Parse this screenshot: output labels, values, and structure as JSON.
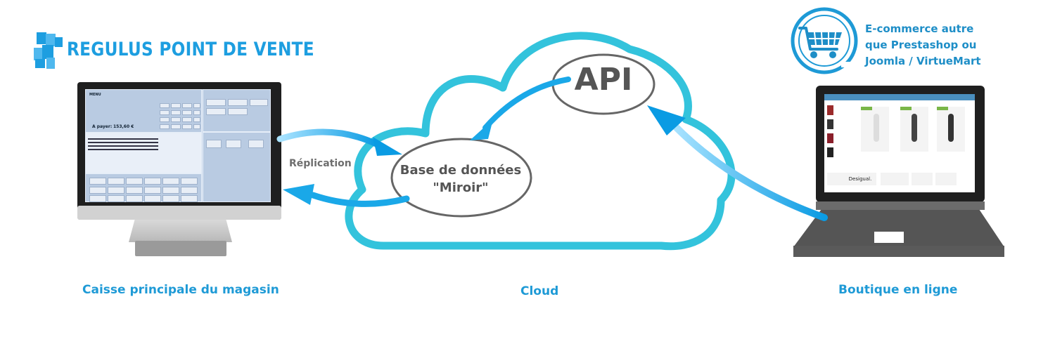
{
  "logo": {
    "text": "REGULUS POINT DE VENTE"
  },
  "ecommerce": {
    "lines": [
      "E-commerce autre",
      "que Prestashop ou",
      "Joomla / VirtueMart"
    ]
  },
  "cloud": {
    "api_label": "API",
    "db_line1": "Base de données",
    "db_line2": "\"Miroir\""
  },
  "replication_label": "Réplication",
  "captions": {
    "left": "Caisse principale du magasin",
    "center": "Cloud",
    "right": "Boutique en ligne"
  },
  "pos": {
    "title": "MENU",
    "pay_label": "A payer:",
    "pay_value": "153,60 €"
  },
  "shop": {
    "brand": "Desigual."
  },
  "colors": {
    "accent": "#1e9ad6",
    "cloud_outline": "#33c3dc",
    "arrow": "#1aa8e8",
    "device_gray": "#555555"
  }
}
